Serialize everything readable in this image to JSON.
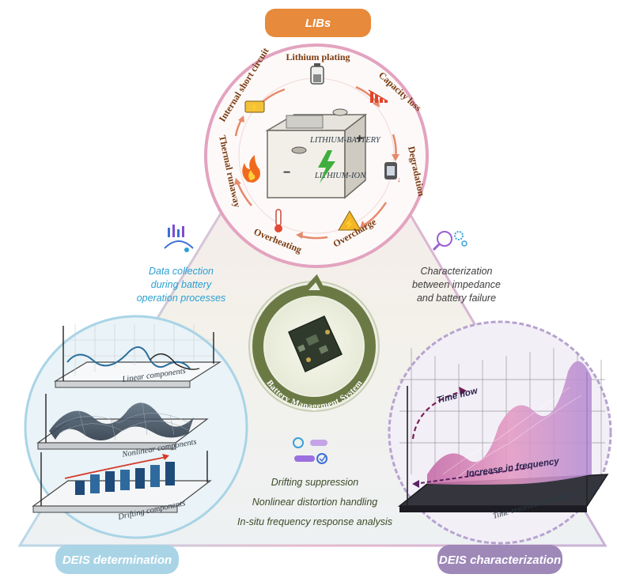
{
  "top_pill": {
    "label": "LIBs",
    "color": "#e78a3b"
  },
  "failure_ring": {
    "center_label": "LITHIUM-BATTERY",
    "center_label2": "LITHIUM-ION",
    "items": [
      {
        "label": "Lithium plating",
        "icon": "battery-plating-icon"
      },
      {
        "label": "Capacity loss",
        "icon": "capacity-chart-icon"
      },
      {
        "label": "Degradation",
        "icon": "degradation-icon"
      },
      {
        "label": "Overcharge",
        "icon": "warning-icon"
      },
      {
        "label": "Overheating",
        "icon": "thermometer-icon"
      },
      {
        "label": "Thermal runaway",
        "icon": "fire-icon"
      },
      {
        "label": "Internal short circuit",
        "icon": "short-circuit-icon"
      }
    ]
  },
  "bms": {
    "label": "Battery Management System"
  },
  "data_collection": {
    "line1": "Data collection",
    "line2": "during battery",
    "line3": "operation processes"
  },
  "characterization_note": {
    "line1": "Characterization",
    "line2": "between impedance",
    "line3": "and battery failure"
  },
  "left_panel": {
    "plates": [
      "Linear components",
      "Nonlinear components",
      "Drifting components"
    ]
  },
  "right_panel": {
    "time_flow": "Time flow",
    "increase_freq": "Increase in frequency",
    "base_label": "Time-resolved impedance spectra"
  },
  "processing": {
    "lines": [
      "Drifting suppression",
      "Nonlinear distortion handling",
      "In-situ frequency response analysis"
    ]
  },
  "bottom_left_pill": {
    "label": "DEIS determination",
    "color": "#a9d4e6"
  },
  "bottom_right_pill": {
    "label": "DEIS characterization",
    "color": "#9d88b8"
  },
  "colors": {
    "ring": "#e3a3bf",
    "center_ring": "#6b7a45",
    "accent_blue": "#2a9fd0"
  }
}
